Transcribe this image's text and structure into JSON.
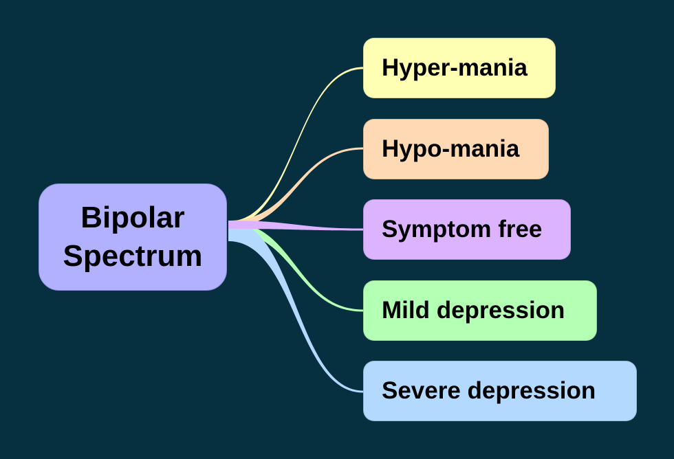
{
  "diagram": {
    "type": "mind-map",
    "background_color": "#06303f",
    "root": {
      "lines": [
        "Bipolar",
        "Spectrum"
      ],
      "color": "#b1b1ff"
    },
    "children": [
      {
        "label": "Hyper-mania",
        "color": "#ffffb3"
      },
      {
        "label": "Hypo-mania",
        "color": "#ffd9b3"
      },
      {
        "label": "Symptom free",
        "color": "#dcb3ff"
      },
      {
        "label": "Mild depression",
        "color": "#b3ffb3"
      },
      {
        "label": "Severe depression",
        "color": "#b3d9ff"
      }
    ]
  }
}
